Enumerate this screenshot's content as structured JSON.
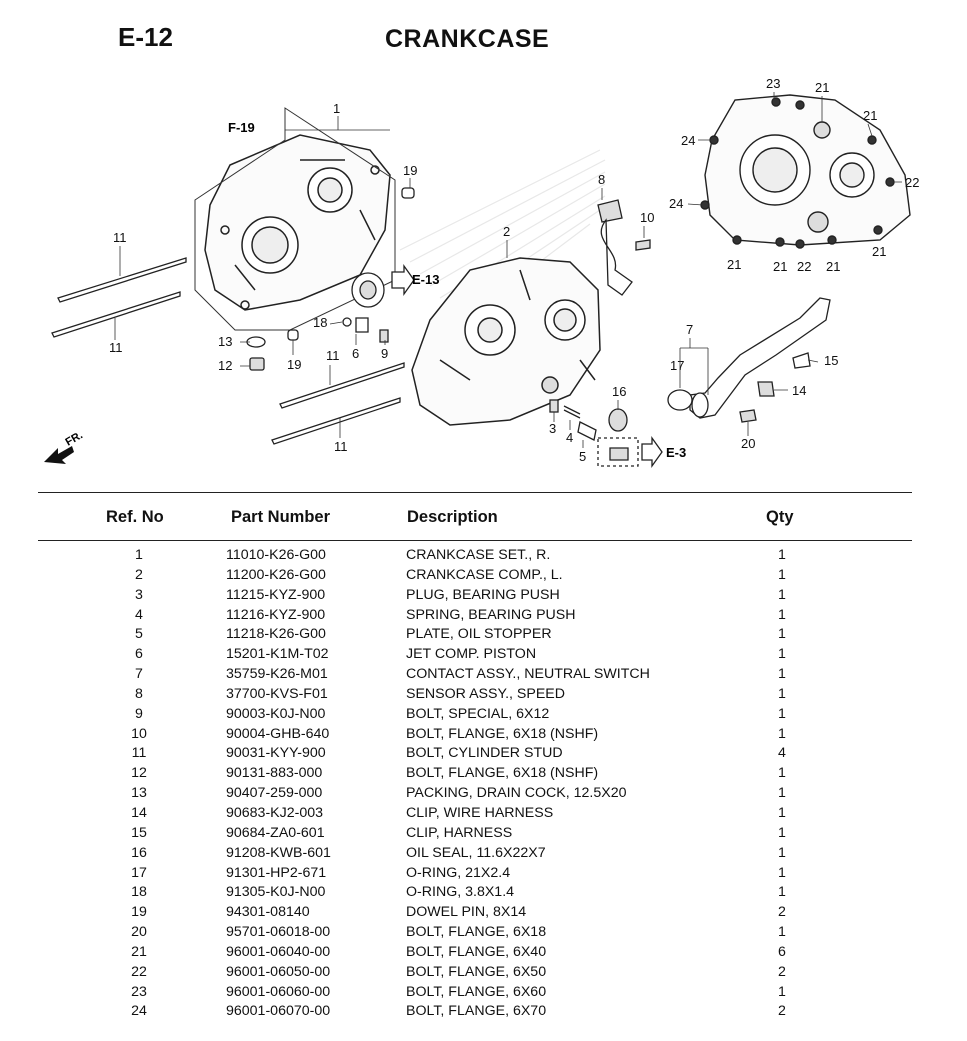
{
  "header": {
    "page_code": "E-12",
    "title": "CRANKCASE"
  },
  "diagram": {
    "callouts": [
      "1",
      "2",
      "3",
      "4",
      "5",
      "6",
      "7",
      "8",
      "9",
      "10",
      "11",
      "12",
      "13",
      "14",
      "15",
      "16",
      "17",
      "18",
      "19",
      "20",
      "21",
      "22",
      "23",
      "24"
    ],
    "refs": {
      "f19": "F-19",
      "e13": "E-13",
      "e3": "E-3",
      "front": "FR."
    }
  },
  "table": {
    "headers": {
      "ref": "Ref. No",
      "part_number": "Part Number",
      "description": "Description",
      "qty": "Qty"
    },
    "rows": [
      {
        "ref": "1",
        "part_number": "11010-K26-G00",
        "description": "CRANKCASE SET., R.",
        "qty": "1"
      },
      {
        "ref": "2",
        "part_number": "11200-K26-G00",
        "description": "CRANKCASE COMP., L.",
        "qty": "1"
      },
      {
        "ref": "3",
        "part_number": "11215-KYZ-900",
        "description": "PLUG, BEARING PUSH",
        "qty": "1"
      },
      {
        "ref": "4",
        "part_number": "11216-KYZ-900",
        "description": "SPRING, BEARING PUSH",
        "qty": "1"
      },
      {
        "ref": "5",
        "part_number": "11218-K26-G00",
        "description": "PLATE, OIL STOPPER",
        "qty": "1"
      },
      {
        "ref": "6",
        "part_number": "15201-K1M-T02",
        "description": "JET COMP. PISTON",
        "qty": "1"
      },
      {
        "ref": "7",
        "part_number": "35759-K26-M01",
        "description": "CONTACT ASSY., NEUTRAL SWITCH",
        "qty": "1"
      },
      {
        "ref": "8",
        "part_number": "37700-KVS-F01",
        "description": "SENSOR ASSY., SPEED",
        "qty": "1"
      },
      {
        "ref": "9",
        "part_number": "90003-K0J-N00",
        "description": "BOLT, SPECIAL, 6X12",
        "qty": "1"
      },
      {
        "ref": "10",
        "part_number": "90004-GHB-640",
        "description": "BOLT, FLANGE, 6X18 (NSHF)",
        "qty": "1"
      },
      {
        "ref": "11",
        "part_number": "90031-KYY-900",
        "description": "BOLT, CYLINDER STUD",
        "qty": "4"
      },
      {
        "ref": "12",
        "part_number": "90131-883-000",
        "description": "BOLT, FLANGE, 6X18 (NSHF)",
        "qty": "1"
      },
      {
        "ref": "13",
        "part_number": "90407-259-000",
        "description": "PACKING, DRAIN COCK, 12.5X20",
        "qty": "1"
      },
      {
        "ref": "14",
        "part_number": "90683-KJ2-003",
        "description": "CLIP, WIRE HARNESS",
        "qty": "1"
      },
      {
        "ref": "15",
        "part_number": "90684-ZA0-601",
        "description": "CLIP, HARNESS",
        "qty": "1"
      },
      {
        "ref": "16",
        "part_number": "91208-KWB-601",
        "description": "OIL SEAL, 11.6X22X7",
        "qty": "1"
      },
      {
        "ref": "17",
        "part_number": "91301-HP2-671",
        "description": "O-RING, 21X2.4",
        "qty": "1"
      },
      {
        "ref": "18",
        "part_number": "91305-K0J-N00",
        "description": "O-RING, 3.8X1.4",
        "qty": "1"
      },
      {
        "ref": "19",
        "part_number": "94301-08140",
        "description": "DOWEL PIN, 8X14",
        "qty": "2"
      },
      {
        "ref": "20",
        "part_number": "95701-06018-00",
        "description": "BOLT, FLANGE, 6X18",
        "qty": "1"
      },
      {
        "ref": "21",
        "part_number": "96001-06040-00",
        "description": "BOLT, FLANGE, 6X40",
        "qty": "6"
      },
      {
        "ref": "22",
        "part_number": "96001-06050-00",
        "description": "BOLT, FLANGE, 6X50",
        "qty": "2"
      },
      {
        "ref": "23",
        "part_number": "96001-06060-00",
        "description": "BOLT, FLANGE, 6X60",
        "qty": "1"
      },
      {
        "ref": "24",
        "part_number": "96001-06070-00",
        "description": "BOLT, FLANGE, 6X70",
        "qty": "2"
      }
    ]
  }
}
